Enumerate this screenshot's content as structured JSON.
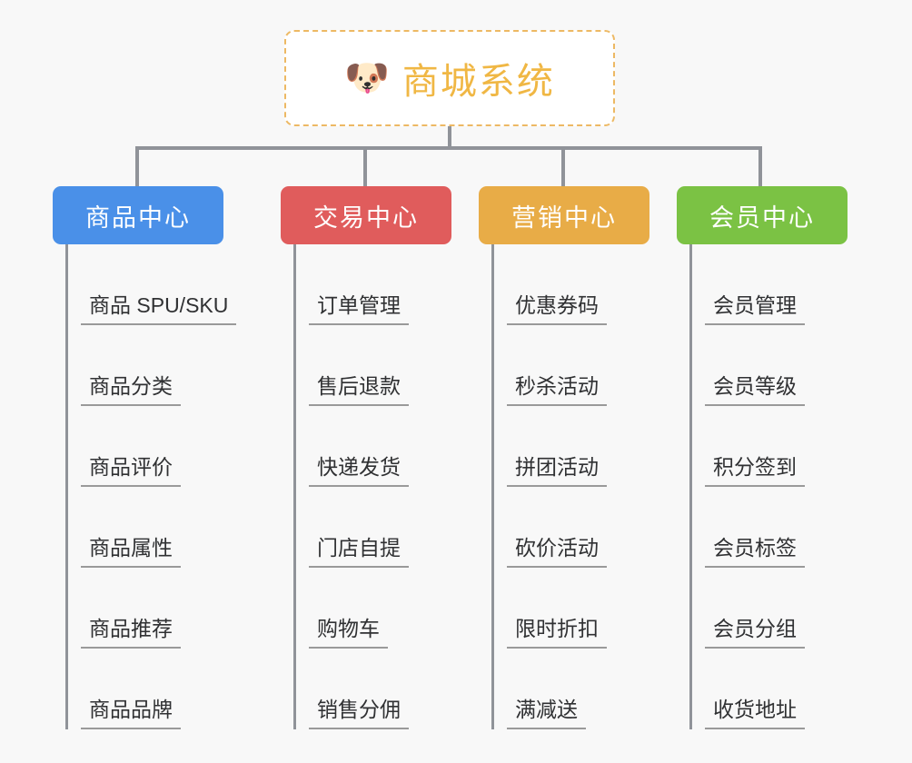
{
  "background_color": "#f8f8f8",
  "root": {
    "icon": "dog-face-icon",
    "icon_glyph": "🐶",
    "title": "商城系统",
    "border_color": "#edb964",
    "text_color": "#f0b744"
  },
  "connector_color": "#909399",
  "columns": [
    {
      "id": "product-center",
      "label": "商品中心",
      "color": "#4a90e8",
      "items": [
        "商品 SPU/SKU",
        "商品分类",
        "商品评价",
        "商品属性",
        "商品推荐",
        "商品品牌"
      ]
    },
    {
      "id": "trade-center",
      "label": "交易中心",
      "color": "#e05c5c",
      "items": [
        "订单管理",
        "售后退款",
        "快递发货",
        "门店自提",
        "购物车",
        "销售分佣"
      ]
    },
    {
      "id": "marketing-center",
      "label": "营销中心",
      "color": "#e8ac47",
      "items": [
        "优惠券码",
        "秒杀活动",
        "拼团活动",
        "砍价活动",
        "限时折扣",
        "满减送"
      ]
    },
    {
      "id": "member-center",
      "label": "会员中心",
      "color": "#7bc244",
      "items": [
        "会员管理",
        "会员等级",
        "积分签到",
        "会员标签",
        "会员分组",
        "收货地址"
      ]
    }
  ]
}
